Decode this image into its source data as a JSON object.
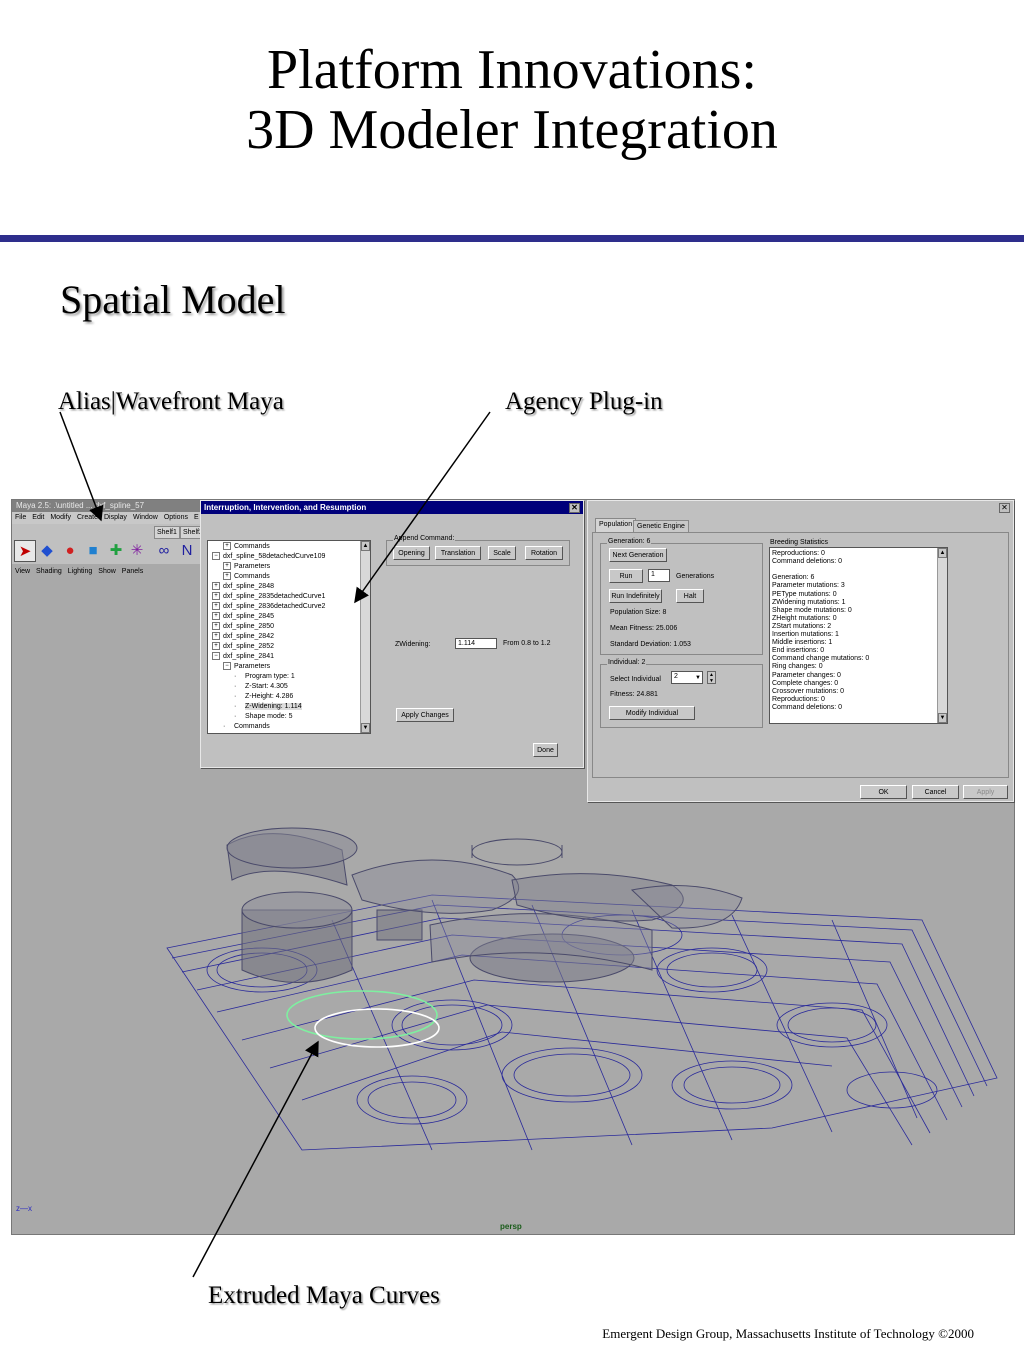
{
  "slide": {
    "title_line1": "Platform Innovations:",
    "title_line2": "3D Modeler Integration",
    "section": "Spatial Model",
    "callouts": {
      "maya": "Alias|Wavefront Maya",
      "plugin": "Agency Plug-in",
      "curves": "Extruded Maya Curves"
    },
    "footer": "Emergent Design Group, Massachusetts Institute of Technology ©2000",
    "accent_color": "#2e2e8c"
  },
  "maya": {
    "title": "Maya 2.5: .\\untitled ... dxf_spline_57",
    "menu": [
      "File",
      "Edit",
      "Modify",
      "Create",
      "Display",
      "Window",
      "Options",
      "E"
    ],
    "shelf_tabs": [
      "Shelf1",
      "Shelf2"
    ],
    "panel_menu": [
      "View",
      "Shading",
      "Lighting",
      "Show",
      "Panels"
    ],
    "viewport_label": "persp",
    "axis_label": "z—x"
  },
  "interrupt": {
    "title": "Interruption, Intervention, and Resumption",
    "close": "✕",
    "tree": [
      {
        "text": "Commands",
        "indent": 1,
        "box": "+"
      },
      {
        "text": "dxf_spline_58detachedCurve109",
        "indent": 0,
        "box": "−"
      },
      {
        "text": "Parameters",
        "indent": 1,
        "box": "+"
      },
      {
        "text": "Commands",
        "indent": 1,
        "box": "+"
      },
      {
        "text": "dxf_spline_2848",
        "indent": 0,
        "box": "+"
      },
      {
        "text": "dxf_spline_2835detachedCurve1",
        "indent": 0,
        "box": "+"
      },
      {
        "text": "dxf_spline_2836detachedCurve2",
        "indent": 0,
        "box": "+"
      },
      {
        "text": "dxf_spline_2845",
        "indent": 0,
        "box": "+"
      },
      {
        "text": "dxf_spline_2850",
        "indent": 0,
        "box": "+"
      },
      {
        "text": "dxf_spline_2842",
        "indent": 0,
        "box": "+"
      },
      {
        "text": "dxf_spline_2852",
        "indent": 0,
        "box": "+"
      },
      {
        "text": "dxf_spline_2841",
        "indent": 0,
        "box": "−"
      },
      {
        "text": "Parameters",
        "indent": 1,
        "box": "−"
      },
      {
        "text": "Program type: 1",
        "indent": 2,
        "box": ""
      },
      {
        "text": "Z-Start: 4.305",
        "indent": 2,
        "box": ""
      },
      {
        "text": "Z-Height: 4.286",
        "indent": 2,
        "box": ""
      },
      {
        "text": "Z-Widening: 1.114",
        "indent": 2,
        "box": "",
        "selected": true
      },
      {
        "text": "Shape mode: 5",
        "indent": 2,
        "box": ""
      },
      {
        "text": "Commands",
        "indent": 1,
        "box": ""
      }
    ],
    "append_label": "Append Command:",
    "append_buttons": [
      "Opening",
      "Translation",
      "Scale",
      "Rotation"
    ],
    "param_label": "ZWidening:",
    "param_value": "1.114",
    "param_range": "From 0.8 to 1.2",
    "apply": "Apply Changes",
    "done": "Done"
  },
  "breeding": {
    "close": "✕",
    "tabs": [
      "Population",
      "Genetic Engine"
    ],
    "generation_label": "Generation: 6",
    "next_generation": "Next Generation",
    "run": "Run",
    "run_count": "1",
    "generations_label": "Generations",
    "run_indefinitely": "Run Indefinitely",
    "halt": "Halt",
    "population_size": "Population Size: 8",
    "mean_fitness": "Mean Fitness: 25.006",
    "std_dev": "Standard Deviation: 1.053",
    "individual_label": "Individual: 2",
    "select_individual": "Select Individual",
    "selected_individual": "2",
    "fitness": "Fitness: 24.881",
    "modify": "Modify Individual",
    "stats_label": "Breeding Statistics",
    "stats": [
      "Reproductions: 0",
      "Command deletions: 0",
      "",
      "Generation: 6",
      "Parameter mutations: 3",
      "  PEType mutations:    0",
      "  ZWidening mutations:  1",
      "  Shape mode mutations: 0",
      "  ZHeight mutations:    0",
      "  ZStart mutations:    2",
      "Insertion mutations: 1",
      "  Middle insertions: 1",
      "  End insertions:    0",
      "Command change mutations: 0",
      "  Ring changes:      0",
      "  Parameter changes:  0",
      "  Complete changes:   0",
      "Crossover mutations: 0",
      "Reproductions: 0",
      "Command deletions: 0"
    ],
    "ok": "OK",
    "cancel": "Cancel",
    "apply": "Apply"
  }
}
